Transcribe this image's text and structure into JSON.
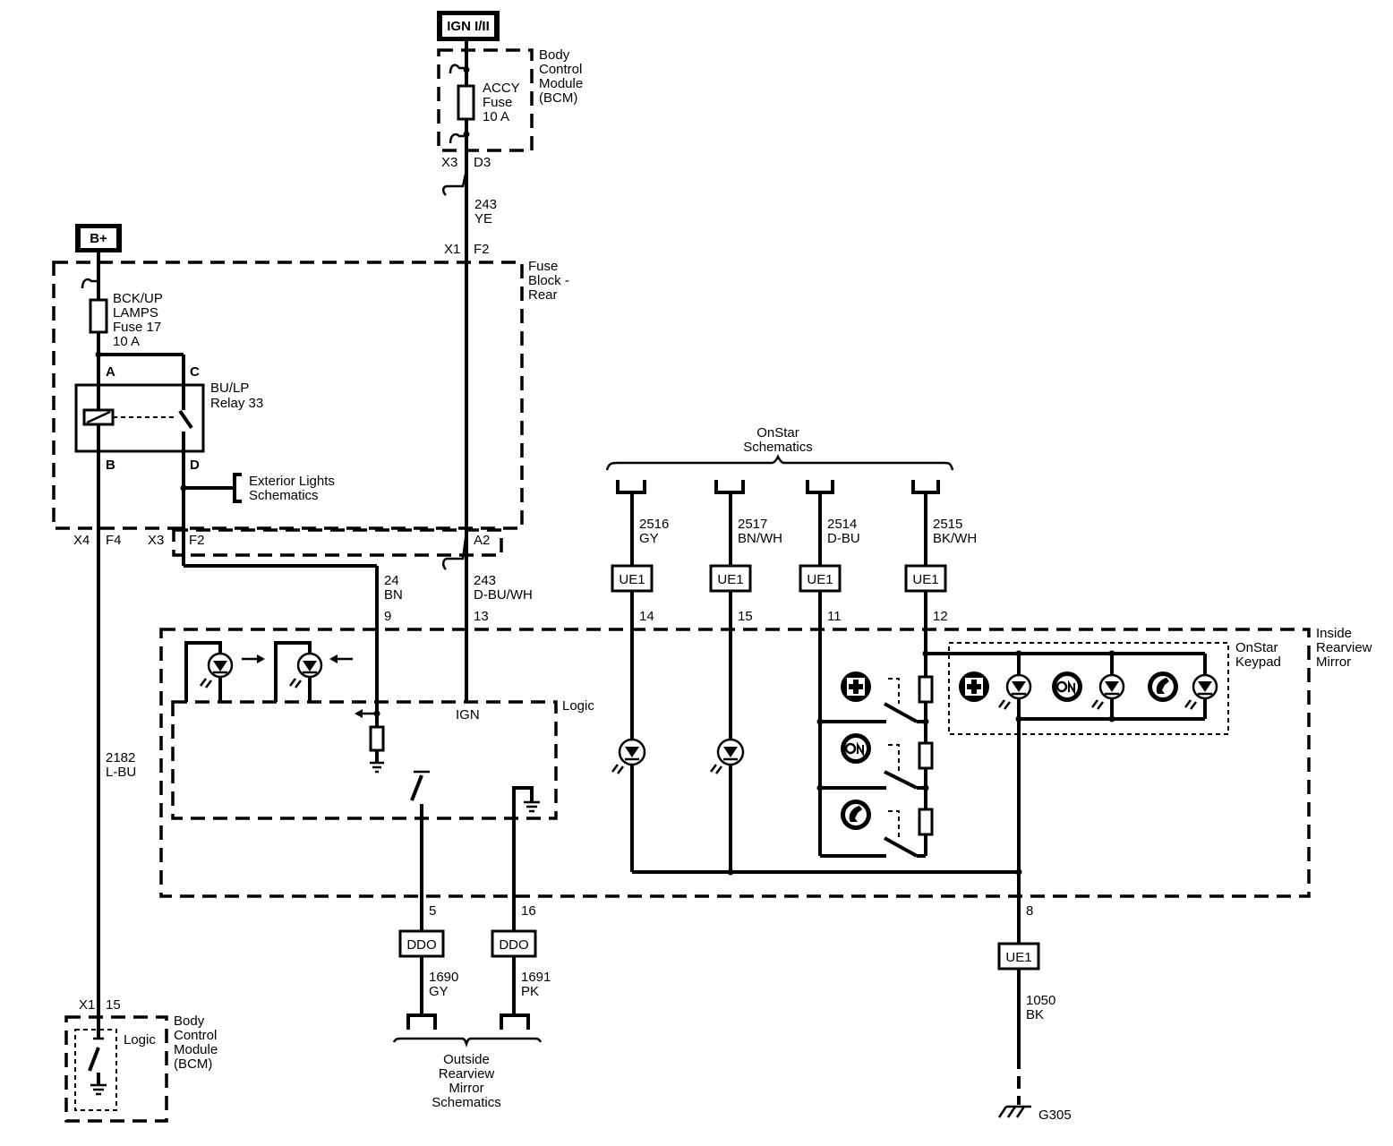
{
  "power": {
    "ign": "IGN I/II",
    "bplus": "B+"
  },
  "bcm_top": {
    "l1": "Body",
    "l2": "Control",
    "l3": "Module",
    "l4": "(BCM)",
    "fuse1": "ACCY",
    "fuse2": "Fuse",
    "fuse3": "10 A",
    "conn": "X3",
    "pin": "D3"
  },
  "w243ye": {
    "num": "243",
    "color": "YE"
  },
  "fuse_block": {
    "l1": "Fuse",
    "l2": "Block -",
    "l3": "Rear",
    "conn_top": "X1",
    "pin_top": "F2",
    "fuse1": "BCK/UP",
    "fuse2": "LAMPS",
    "fuse3": "Fuse 17",
    "fuse4": "10 A",
    "relay1": "BU/LP",
    "relay2": "Relay 33",
    "pin_a": "A",
    "pin_b": "B",
    "pin_c": "C",
    "pin_d": "D",
    "ext1": "Exterior Lights",
    "ext2": "Schematics",
    "x4": "X4",
    "f4": "F4",
    "x3": "X3",
    "f2": "F2",
    "a2": "A2"
  },
  "w24": {
    "num": "24",
    "color": "BN",
    "pin": "9"
  },
  "w243dbu": {
    "num": "243",
    "color": "D-BU/WH",
    "pin": "13"
  },
  "onstar": {
    "t1": "OnStar",
    "t2": "Schematics",
    "wires": [
      {
        "num": "2516",
        "color": "GY",
        "conn": "UE1",
        "pin": "14"
      },
      {
        "num": "2517",
        "color": "BN/WH",
        "conn": "UE1",
        "pin": "15"
      },
      {
        "num": "2514",
        "color": "D-BU",
        "conn": "UE1",
        "pin": "11"
      },
      {
        "num": "2515",
        "color": "BK/WH",
        "conn": "UE1",
        "pin": "12"
      }
    ]
  },
  "mirror": {
    "l1": "Inside",
    "l2": "Rearview",
    "l3": "Mirror",
    "logic": "Logic",
    "ign": "IGN",
    "keypad1": "OnStar",
    "keypad2": "Keypad"
  },
  "w2182": {
    "num": "2182",
    "color": "L-BU"
  },
  "ddo": [
    {
      "pin": "5",
      "conn": "DDO",
      "num": "1690",
      "color": "GY"
    },
    {
      "pin": "16",
      "conn": "DDO",
      "num": "1691",
      "color": "PK"
    }
  ],
  "outside": {
    "l1": "Outside",
    "l2": "Rearview",
    "l3": "Mirror",
    "l4": "Schematics"
  },
  "ground": {
    "pin": "8",
    "conn": "UE1",
    "num": "1050",
    "color": "BK",
    "name": "G305"
  },
  "bcm_bottom": {
    "conn": "X1",
    "pin": "15",
    "logic": "Logic",
    "l1": "Body",
    "l2": "Control",
    "l3": "Module",
    "l4": "(BCM)"
  }
}
